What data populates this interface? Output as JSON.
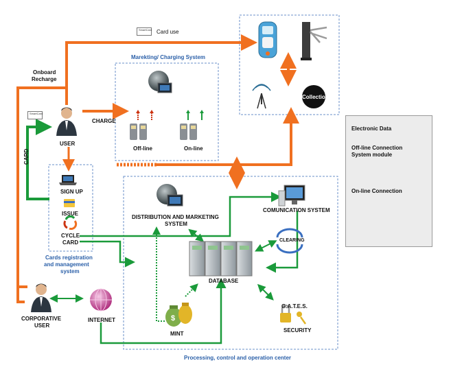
{
  "labels": {
    "card_use": "Card use",
    "onboard_recharge_1": "Onboard",
    "onboard_recharge_2": "Recharge",
    "marketing_system": "Marekting/ Charging System",
    "charge": "CHARGE",
    "offline": "Off-line",
    "online": "On-line",
    "user": "USER",
    "card": "CARD",
    "sign_up": "SIGN UP",
    "issue": "ISSUE",
    "cycle_card_1": "CYCLE",
    "cycle_card_2": "CARD",
    "cards_registration_1": "Cards registration",
    "cards_registration_2": "and management",
    "cards_registration_3": "system",
    "distribution_1": "DISTRIBUTION AND MARKETING",
    "distribution_2": "SYSTEM",
    "communication": "COMUNICATION SYSTEM",
    "clearing": "CLEARING",
    "database": "DATABASE",
    "gates_1": "G.A.T.E.S.",
    "gates_2": "SECURITY",
    "mint": "MINT",
    "corporative_1": "CORPORATIVE",
    "corporative_2": "USER",
    "internet": "INTERNET",
    "processing_center": "Processing, control and operation center",
    "collection": "Collection",
    "smartcard": "SmartCard"
  },
  "legend": {
    "electronic_data": "Electronic Data",
    "offline_1": "Off-line Connection",
    "offline_2": "System module",
    "online": "On-line Connection"
  },
  "colors": {
    "orange": "#f07020",
    "green": "#1a9a3a",
    "dashed_blue": "#6a8fc8",
    "legend_bg": "#ececec"
  }
}
